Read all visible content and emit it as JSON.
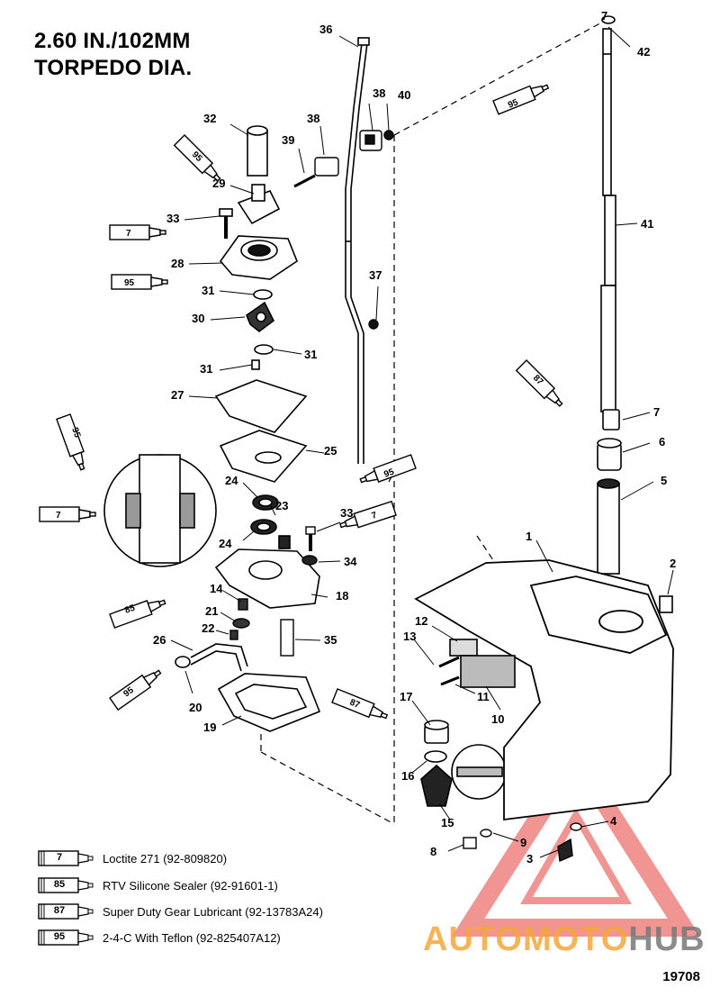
{
  "header": {
    "title_line1": "2.60 IN./102MM",
    "title_line2": "TORPEDO DIA."
  },
  "colors": {
    "ink": "#000000",
    "background": "#ffffff",
    "watermark_red": "#e8504a",
    "watermark_orange": "#f6a63a",
    "watermark_gray": "#787878"
  },
  "callouts": [
    "1",
    "2",
    "3",
    "4",
    "5",
    "6",
    "7",
    "8",
    "9",
    "10",
    "11",
    "12",
    "13",
    "14",
    "15",
    "16",
    "17",
    "18",
    "19",
    "20",
    "21",
    "22",
    "23",
    "24",
    "25",
    "26",
    "27",
    "28",
    "29",
    "30",
    "31",
    "32",
    "33",
    "34",
    "35",
    "36",
    "37",
    "38",
    "39",
    "40",
    "41",
    "42"
  ],
  "repeated_callouts": {
    "seven_second": "7",
    "twentyfour_second": "24",
    "thirtyone_second": "31",
    "thirtyone_third": "31",
    "thirtythree_second": "33",
    "thirtyeight_second": "38"
  },
  "tube_codes": {
    "t95_shaft": "95",
    "t95_sleeve": "95",
    "t7_screw": "7",
    "t95_housing": "95",
    "t87_shaft": "87",
    "t95_detail": "95",
    "t7_detail": "7",
    "t95_shiftrod": "95",
    "t7_bolt": "7",
    "t85_base": "85",
    "t95_grommet": "95",
    "t87_bearing": "87"
  },
  "legend": [
    {
      "code": "7",
      "text": "Loctite 271 (92-809820)"
    },
    {
      "code": "85",
      "text": "RTV Silicone Sealer (92-91601-1)"
    },
    {
      "code": "87",
      "text": "Super Duty Gear Lubricant (92-13783A24)"
    },
    {
      "code": "95",
      "text": "2-4-C  With Teflon (92-825407A12)"
    }
  ],
  "watermark": {
    "part1": "AUTO",
    "part2": "MOTO",
    "part3": "HUB"
  },
  "figure_number": "19708"
}
